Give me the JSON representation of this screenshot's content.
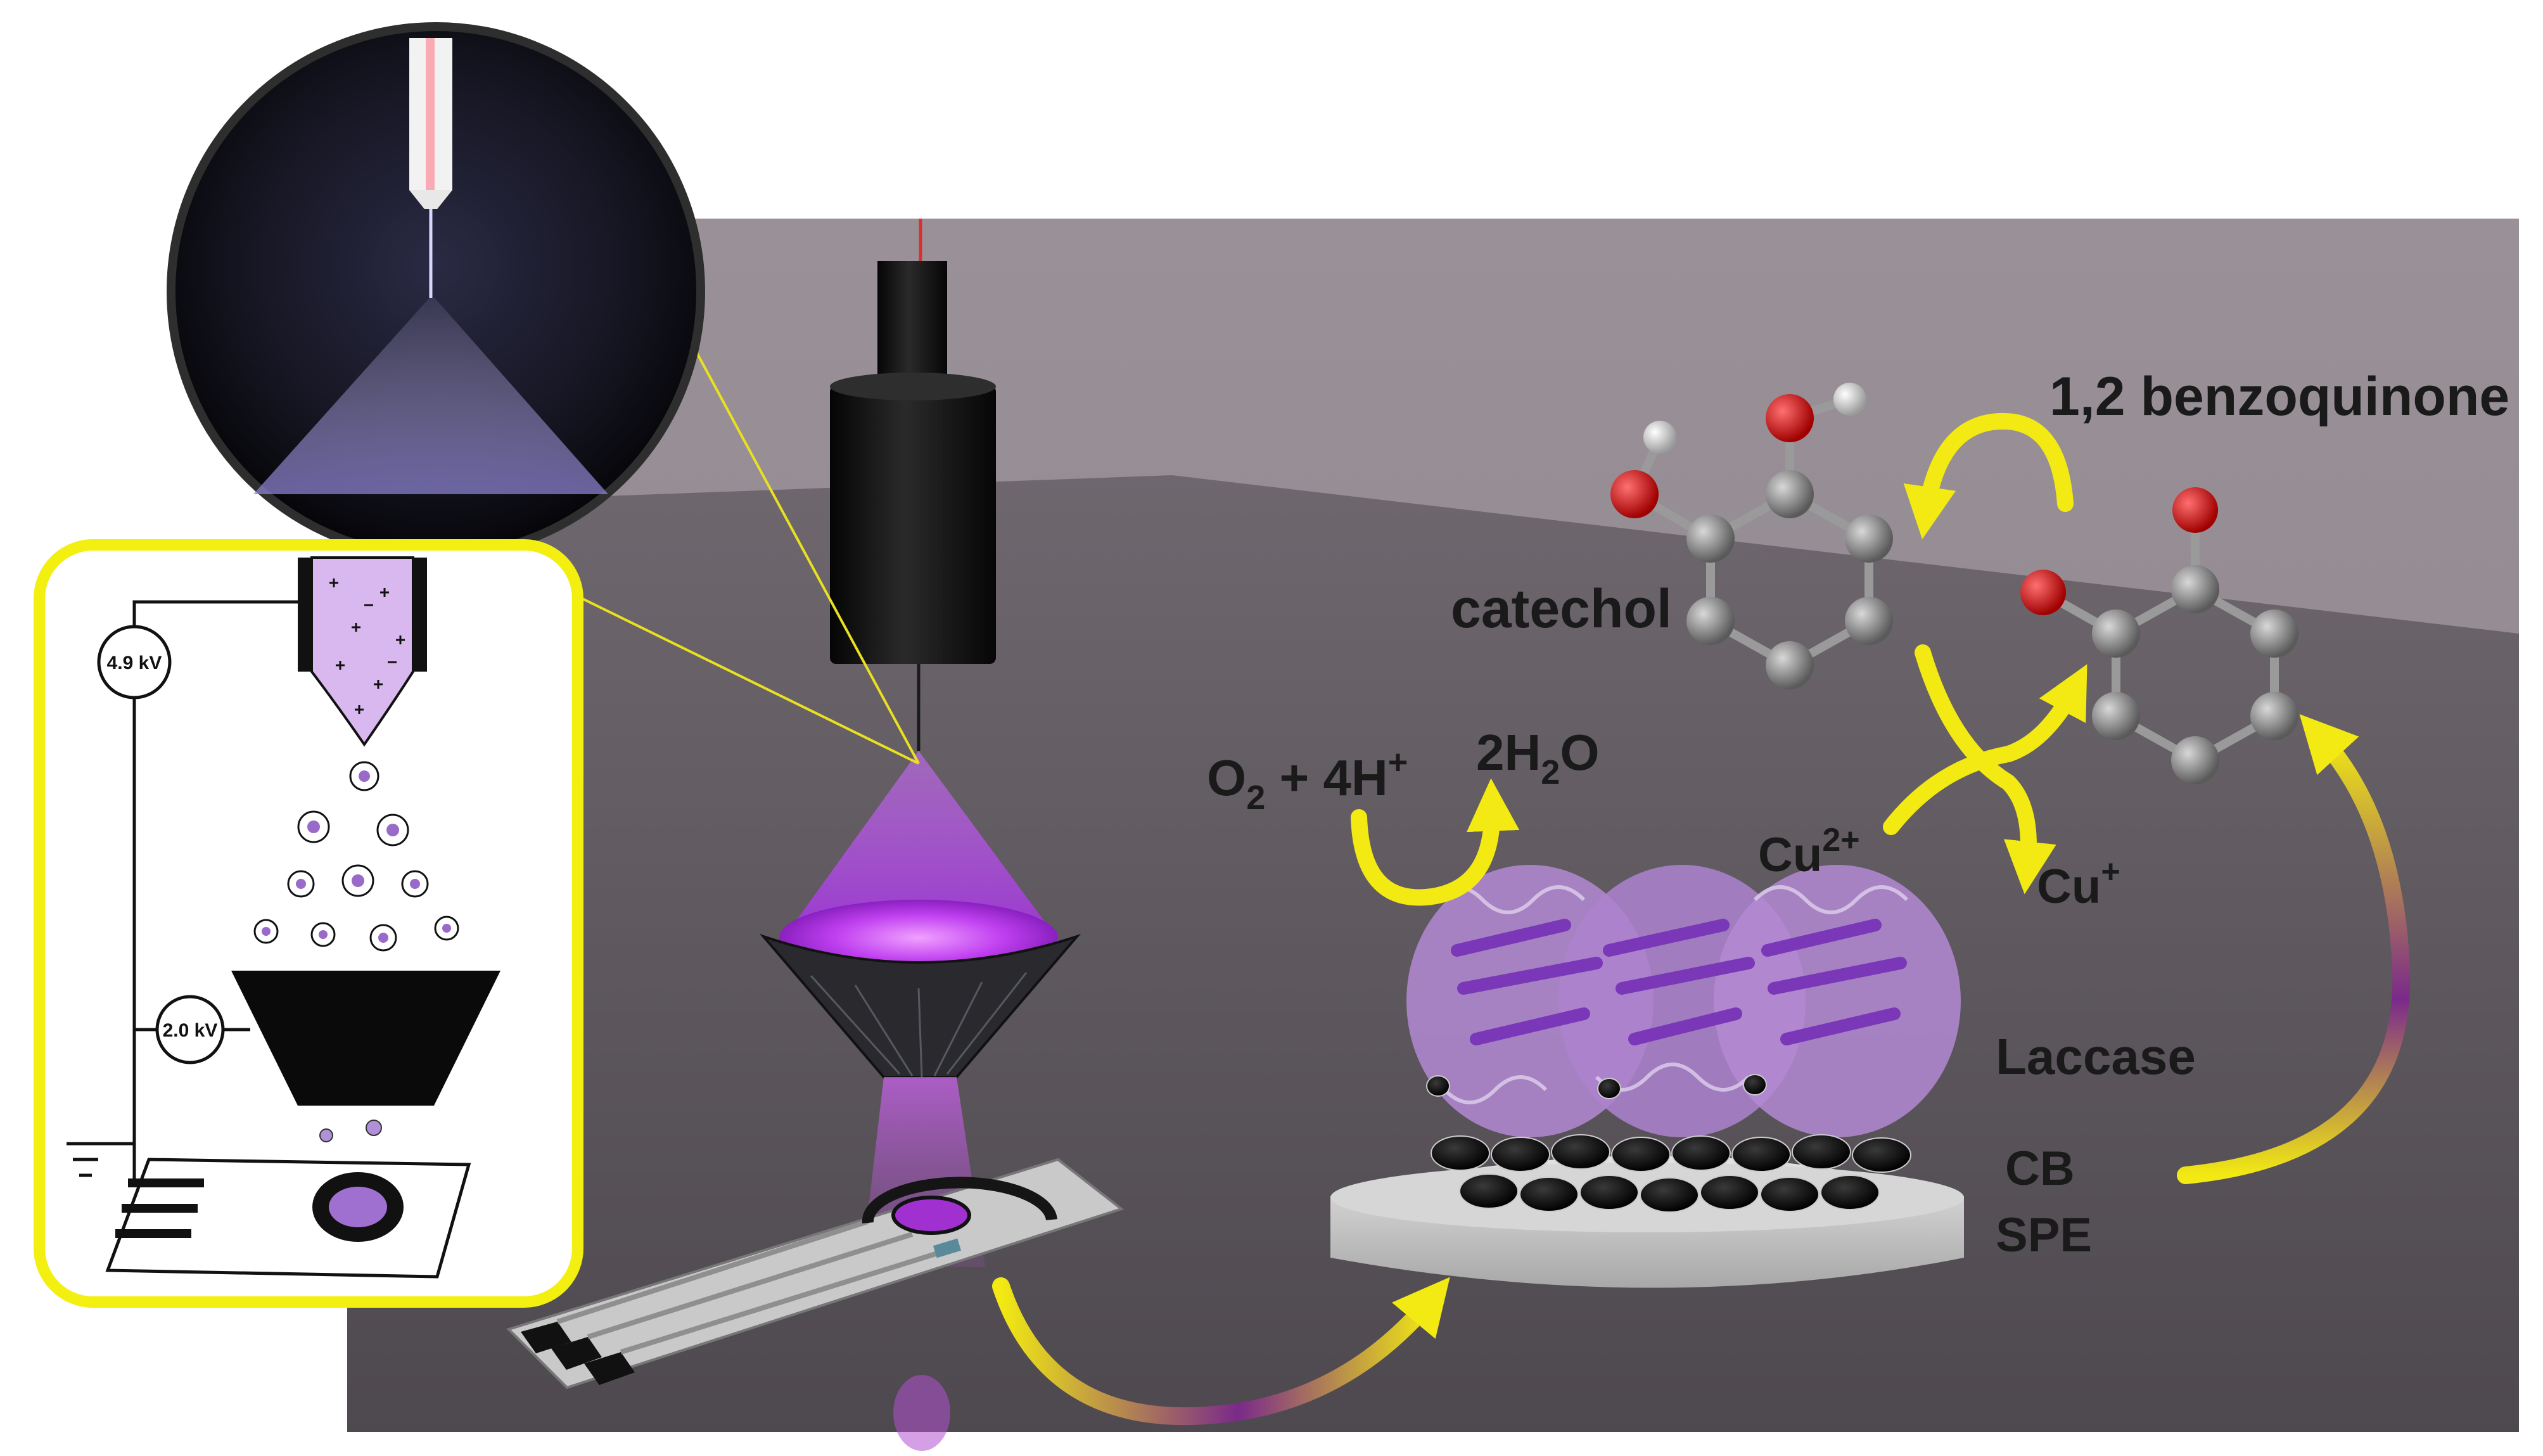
{
  "colors": {
    "arrow": "#f2ea12",
    "arrow_tail": "#7a2a8a",
    "glow": "#c050ff",
    "frame": "#f3ef10",
    "oxygen": "#d80000",
    "carbon": "#8a8a8a",
    "hydrogen": "#e8e8e8",
    "background": "#5e575e"
  },
  "labels": {
    "product": "1,2 benzoquinone",
    "substrate": "catechol",
    "o2": "O",
    "o2_sub": "2",
    "plus_4h": " + 4H",
    "plus_sup": "+",
    "water_coef": "2H",
    "water_sub": "2",
    "water_o": "O",
    "cu2": "Cu",
    "cu2_sup": "2+",
    "cu1": "Cu",
    "cu1_sup": "+",
    "laccase": "Laccase",
    "cb": "CB",
    "spe": "SPE"
  },
  "schematic": {
    "voltage_top": "4.9 kV",
    "voltage_bottom": "2.0 kV"
  }
}
